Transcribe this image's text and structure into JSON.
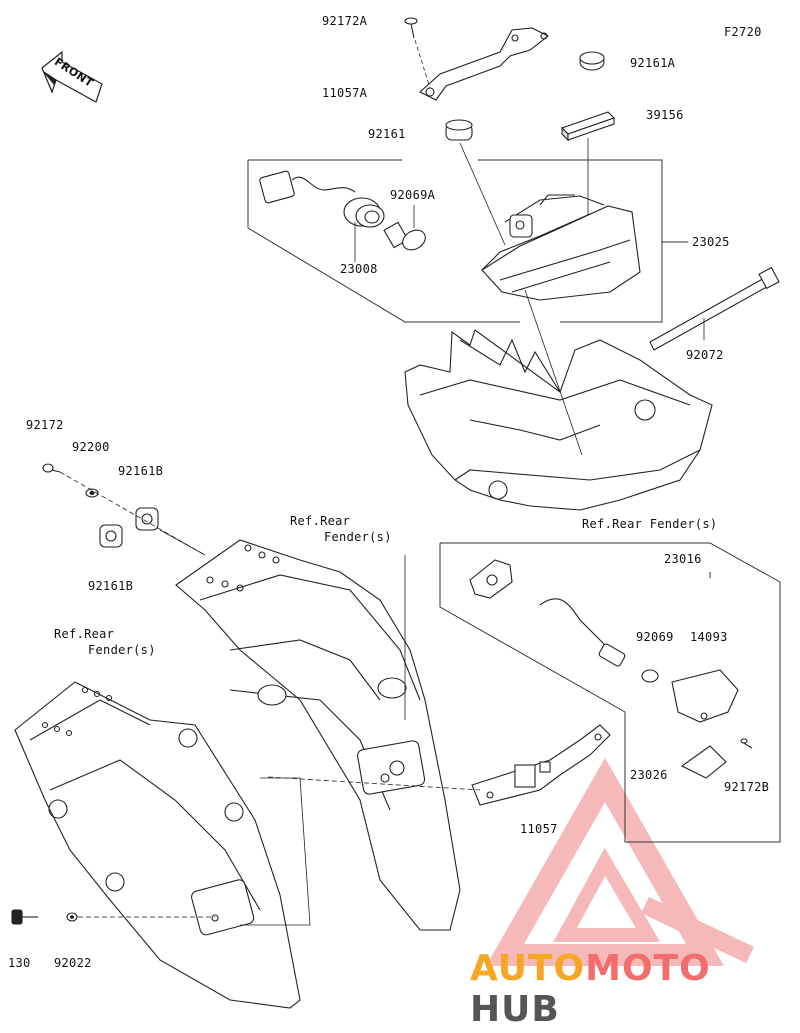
{
  "diagram": {
    "code": "F2720",
    "front_label": "FRONT",
    "parts": [
      {
        "id": "92172A",
        "label": "92172A"
      },
      {
        "id": "92161A",
        "label": "92161A"
      },
      {
        "id": "11057A",
        "label": "11057A"
      },
      {
        "id": "92161",
        "label": "92161"
      },
      {
        "id": "39156",
        "label": "39156"
      },
      {
        "id": "92069A",
        "label": "92069A"
      },
      {
        "id": "23025",
        "label": "23025"
      },
      {
        "id": "23008",
        "label": "23008"
      },
      {
        "id": "92072",
        "label": "92072"
      },
      {
        "id": "92172",
        "label": "92172"
      },
      {
        "id": "92200",
        "label": "92200"
      },
      {
        "id": "92161B_a",
        "label": "92161B"
      },
      {
        "id": "92161B_b",
        "label": "92161B"
      },
      {
        "id": "23016",
        "label": "23016"
      },
      {
        "id": "92069",
        "label": "92069"
      },
      {
        "id": "14093",
        "label": "14093"
      },
      {
        "id": "23026",
        "label": "23026"
      },
      {
        "id": "92172B",
        "label": "92172B"
      },
      {
        "id": "11057",
        "label": "11057"
      },
      {
        "id": "130",
        "label": "130"
      },
      {
        "id": "92022",
        "label": "92022"
      }
    ],
    "references": {
      "rear_fender_right_line1": "Ref.Rear Fender(s)",
      "rear_fender_mid_line1": "Ref.Rear",
      "rear_fender_mid_line2": "Fender(s)",
      "rear_fender_left_line1": "Ref.Rear",
      "rear_fender_left_line2": "Fender(s)"
    }
  },
  "watermark": {
    "part1": "AUTO",
    "part2": "MOTO",
    "part3": "HUB",
    "color_part1": "#f5a623",
    "color_part2": "#f26d6d",
    "color_part3": "#555555",
    "logo_color": "#f08080"
  }
}
